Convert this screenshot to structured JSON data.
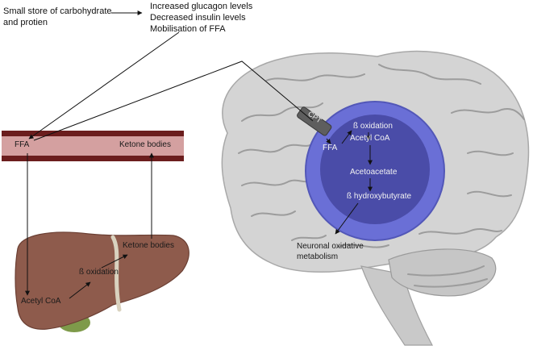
{
  "trigger": {
    "line1": "Small store of carbohydrate",
    "line2": "and protien"
  },
  "effects": [
    "Increased glucagon levels",
    "Decreased insulin levels",
    "Mobilisation of FFA"
  ],
  "vessel": {
    "left_label": "FFA",
    "right_label": "Ketone bodies"
  },
  "liver": {
    "acetyl": "Acetyl CoA",
    "oxidation": "ß oxidation",
    "ketone": "Ketone bodies"
  },
  "brain": {
    "transporter": "CPT",
    "ffa": "FFA",
    "steps": [
      "ß oxidation",
      "Acetyl CoA",
      "Acetoacetate",
      "ß hydroxybutyrate"
    ],
    "output_line1": "Neuronal oxidative",
    "output_line2": "metabolism"
  },
  "colors": {
    "vessel_wall": "#6b1d1d",
    "vessel_lumen": "#d4a0a0",
    "liver": "#8e5b4c",
    "gallbladder": "#7e9a4a",
    "brain": "#d4d4d4",
    "brain_folds": "#9a9a9a",
    "cell_outer": "#6a6fd6",
    "cell_inner": "#4a4ca8"
  }
}
